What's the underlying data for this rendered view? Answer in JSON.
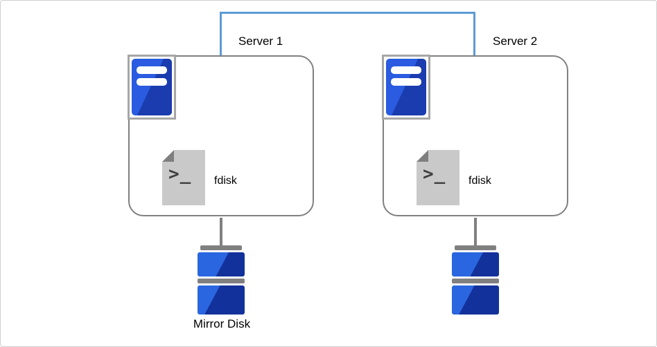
{
  "servers": [
    {
      "label": "Server 1",
      "tool": "fdisk"
    },
    {
      "label": "Server 2",
      "tool": "fdisk"
    }
  ],
  "mirror_disk_label": "Mirror Disk",
  "icons": {
    "prompt_glyph": ">_"
  },
  "colors": {
    "connector-blue": "#5B9BD5",
    "box-border": "#808080",
    "icon-border": "#a6a6a6",
    "server-blue-light": "#2a5be0",
    "server-blue-dark": "#1a3cae",
    "disk-blue-light": "#2a66df",
    "disk-blue-dark": "#13319b",
    "gray-bar": "#808080",
    "doc-gray": "#c9c9c9",
    "doc-fold": "#7f7f7f",
    "prompt-color": "#3f3f3f"
  }
}
